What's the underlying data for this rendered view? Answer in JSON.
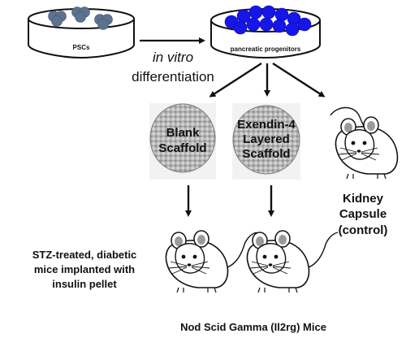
{
  "dishes": {
    "left_label": "PSCs",
    "right_label": "pancreatic progenitors",
    "left_cell_color": "#5b738f",
    "right_cell_color": "#1616e8"
  },
  "process": {
    "line1": "in vitro",
    "line2": "differentiation"
  },
  "scaffolds": {
    "blank": [
      "Blank",
      "Scaffold"
    ],
    "exendin": [
      "Exendin-4",
      "Layered",
      "Scaffold"
    ]
  },
  "control": {
    "line1": "Kidney",
    "line2": "Capsule",
    "line3": "(control)"
  },
  "diabetic_note": {
    "line1": "STZ-treated, diabetic",
    "line2": "mice implanted with",
    "line3": "insulin pellet"
  },
  "mice_label": "Nod Scid Gamma (Il2rg) Mice",
  "icons": [
    "petri-dish-icon",
    "mouse-icon",
    "scaffold-disc-icon",
    "arrow-icon"
  ]
}
